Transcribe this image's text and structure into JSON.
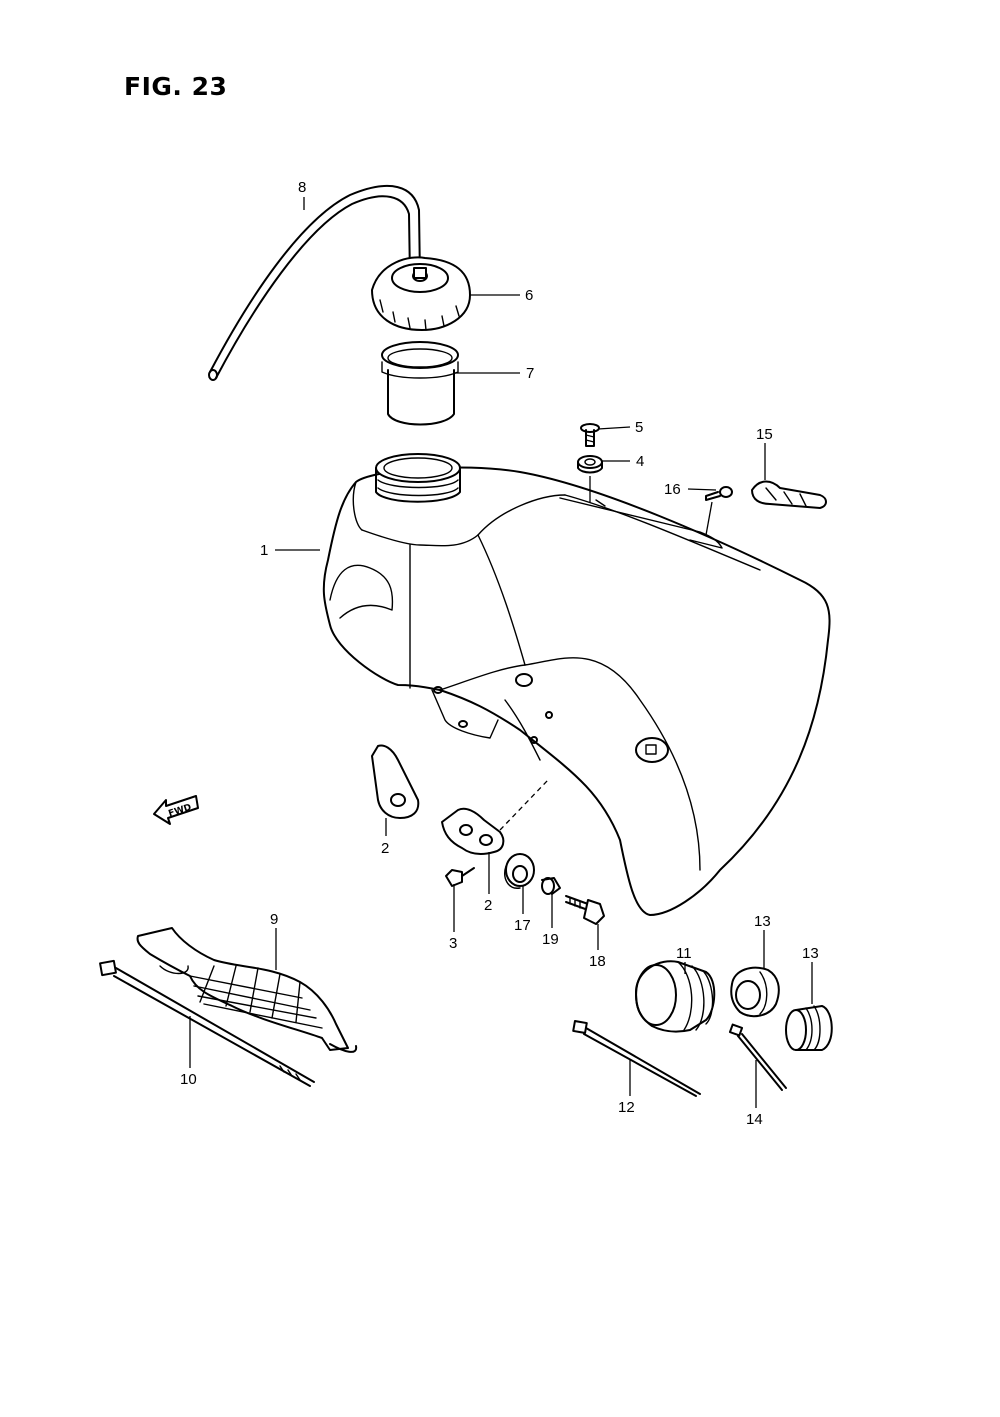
{
  "figure": {
    "title": "FIG. 23"
  },
  "direction_arrow": {
    "label": "FWD",
    "icon": "arrow-left-icon"
  },
  "callouts": [
    {
      "id": "c1",
      "label": "1",
      "part": "fuel-tank"
    },
    {
      "id": "c2a",
      "label": "2",
      "part": "tank-bracket"
    },
    {
      "id": "c2b",
      "label": "2",
      "part": "tank-bracket"
    },
    {
      "id": "c3",
      "label": "3",
      "part": "bracket-bolt"
    },
    {
      "id": "c4",
      "label": "4",
      "part": "cushion-washer"
    },
    {
      "id": "c5",
      "label": "5",
      "part": "mounting-screw"
    },
    {
      "id": "c6",
      "label": "6",
      "part": "fuel-cap"
    },
    {
      "id": "c7",
      "label": "7",
      "part": "filler-neck-seal"
    },
    {
      "id": "c8",
      "label": "8",
      "part": "breather-hose"
    },
    {
      "id": "c9",
      "label": "9",
      "part": "tank-strap"
    },
    {
      "id": "c10",
      "label": "10",
      "part": "cable-tie"
    },
    {
      "id": "c11",
      "label": "11",
      "part": "boot"
    },
    {
      "id": "c12",
      "label": "12",
      "part": "cable-tie"
    },
    {
      "id": "c13a",
      "label": "13",
      "part": "boot"
    },
    {
      "id": "c13b",
      "label": "13",
      "part": "boot"
    },
    {
      "id": "c14",
      "label": "14",
      "part": "cable-tie"
    },
    {
      "id": "c15",
      "label": "15",
      "part": "clip"
    },
    {
      "id": "c16",
      "label": "16",
      "part": "screw"
    },
    {
      "id": "c17",
      "label": "17",
      "part": "cushion"
    },
    {
      "id": "c18",
      "label": "18",
      "part": "bolt"
    },
    {
      "id": "c19",
      "label": "19",
      "part": "collar"
    }
  ]
}
